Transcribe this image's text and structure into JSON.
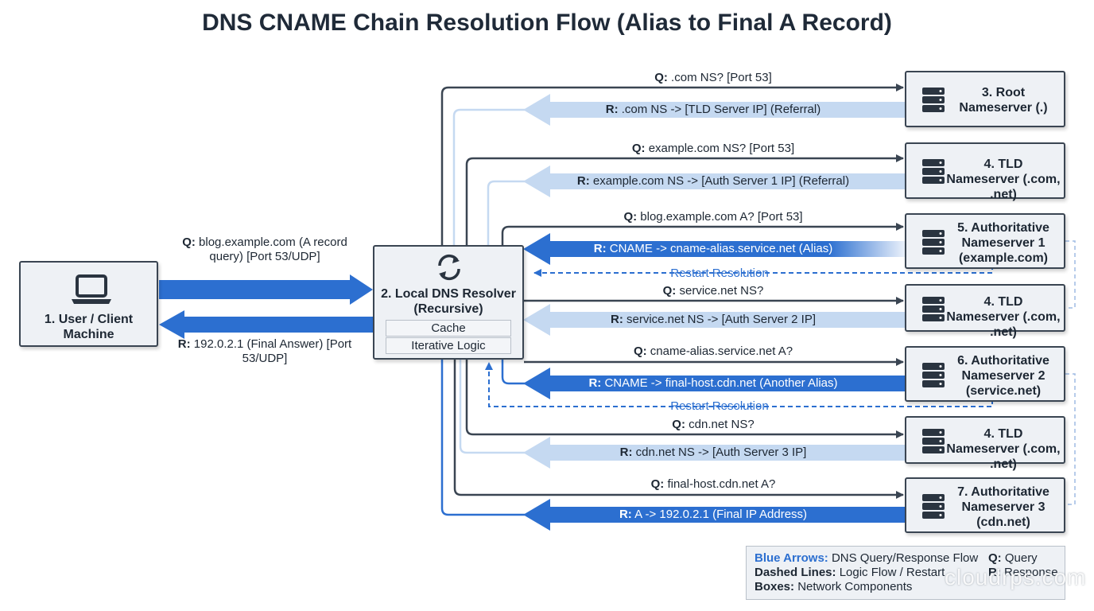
{
  "title": "DNS CNAME Chain Resolution Flow (Alias to Final A Record)",
  "colors": {
    "blue": "#2c6fd0",
    "light_blue": "#c5d9f1",
    "dark": "#3a4552"
  },
  "nodes": {
    "client": {
      "icon": "laptop-icon",
      "label": "1. User / Client Machine"
    },
    "resolver": {
      "icon": "sync-icon",
      "label": "2. Local DNS Resolver (Recursive)",
      "components": [
        "Cache",
        "Iterative Logic"
      ]
    },
    "servers": [
      {
        "id": "root",
        "icon": "server-icon",
        "label": "3. Root Nameserver (.)"
      },
      {
        "id": "tld1",
        "icon": "server-icon",
        "label": "4. TLD Nameserver (.com, .net)"
      },
      {
        "id": "auth1",
        "icon": "server-icon",
        "label": "5. Authoritative Nameserver 1 (example.com)"
      },
      {
        "id": "tld2",
        "icon": "server-icon",
        "label": "4. TLD Nameserver (.com, .net)"
      },
      {
        "id": "auth2",
        "icon": "server-icon",
        "label": "6. Authoritative Nameserver 2 (service.net)"
      },
      {
        "id": "tld3",
        "icon": "server-icon",
        "label": "4. TLD Nameserver (.com, .net)"
      },
      {
        "id": "auth3",
        "icon": "server-icon",
        "label": "7. Authoritative Nameserver 3 (cdn.net)"
      }
    ]
  },
  "client_edges": {
    "query": {
      "key": "Q:",
      "text": " blog.example.com (A record query) [Port 53/UDP]"
    },
    "response": {
      "key": "R:",
      "text": " 192.0.2.1 (Final Answer) [Port 53/UDP]"
    }
  },
  "exchanges": [
    {
      "q": {
        "key": "Q:",
        "text": " .com NS? [Port 53]"
      },
      "r": {
        "key": "R:",
        "text": " .com NS -> [TLD Server IP] (Referral)"
      }
    },
    {
      "q": {
        "key": "Q:",
        "text": " example.com NS? [Port 53]"
      },
      "r": {
        "key": "R:",
        "text": " example.com NS -> [Auth Server 1 IP] (Referral)"
      }
    },
    {
      "q": {
        "key": "Q:",
        "text": " blog.example.com A? [Port 53]"
      },
      "r": {
        "key": "R:",
        "text": " CNAME -> cname-alias.service.net (Alias)"
      }
    },
    {
      "q": {
        "key": "Q:",
        "text": " service.net NS?"
      },
      "r": {
        "key": "R:",
        "text": " service.net NS -> [Auth Server 2 IP]"
      }
    },
    {
      "q": {
        "key": "Q:",
        "text": " cname-alias.service.net A?"
      },
      "r": {
        "key": "R:",
        "text": " CNAME -> final-host.cdn.net (Another Alias)"
      }
    },
    {
      "q": {
        "key": "Q:",
        "text": " cdn.net NS?"
      },
      "r": {
        "key": "R:",
        "text": " cdn.net NS -> [Auth Server 3 IP]"
      }
    },
    {
      "q": {
        "key": "Q:",
        "text": " final-host.cdn.net A?"
      },
      "r": {
        "key": "R:",
        "text": " A -> 192.0.2.1 (Final IP Address)"
      }
    }
  ],
  "restart_labels": [
    "Restart Resolution",
    "Restart Resolution"
  ],
  "legend": {
    "rows": [
      {
        "key": "Blue Arrows:",
        "text": " DNS Query/Response Flow"
      },
      {
        "key": "Dashed Lines:",
        "text": " Logic Flow / Restart"
      },
      {
        "key": "Boxes:",
        "text": " Network Components"
      }
    ],
    "abbrev": [
      {
        "key": "Q:",
        "text": " Query"
      },
      {
        "key": "R:",
        "text": " Response"
      }
    ]
  },
  "watermark": "cloudrps.com"
}
